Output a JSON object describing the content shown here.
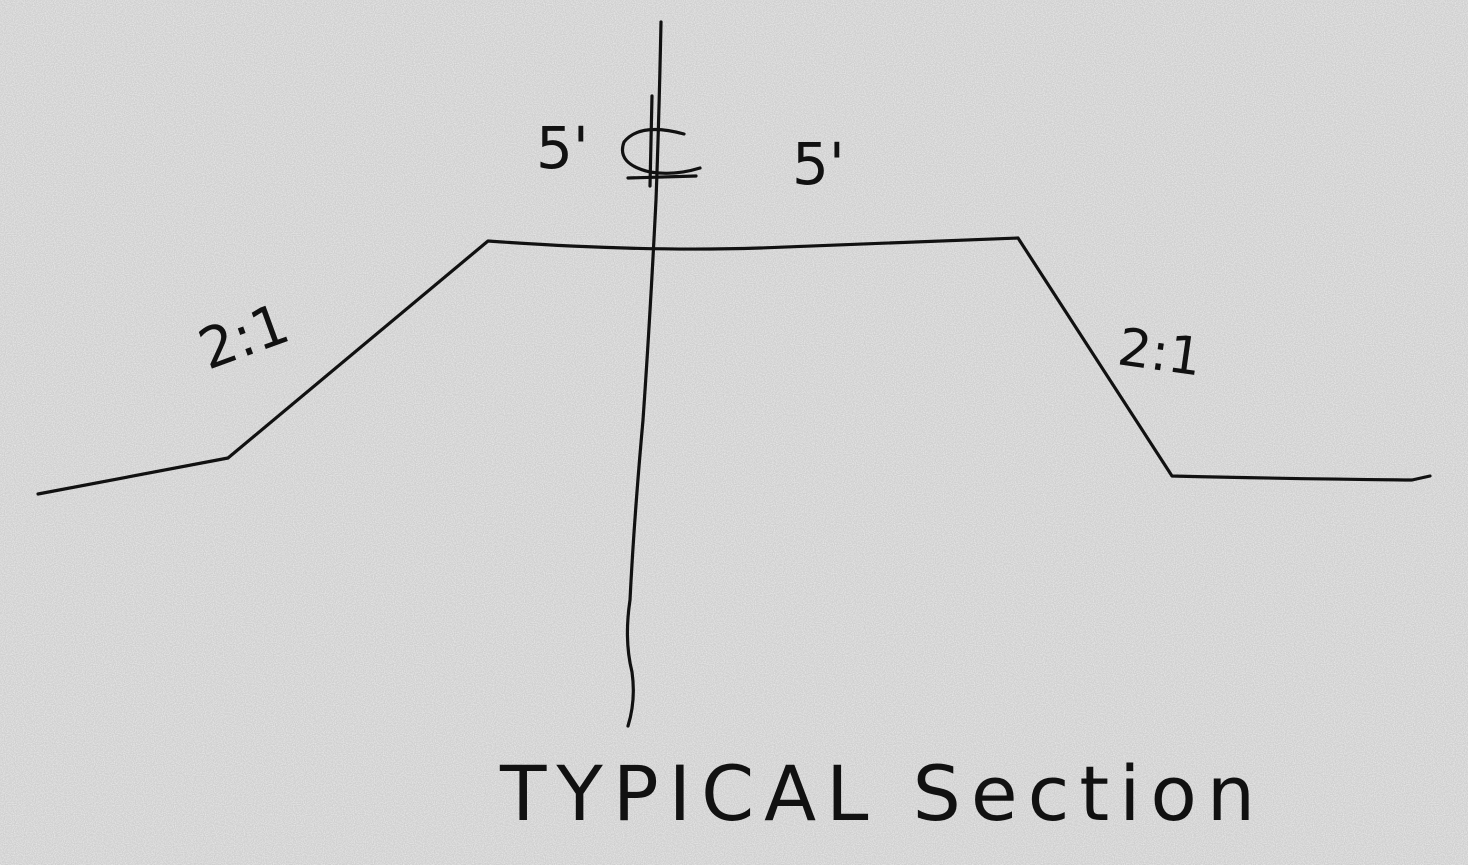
{
  "diagram": {
    "title": "TYPICAL Section",
    "dim_left": "5'",
    "dim_right": "5'",
    "slope_left": "2:1",
    "slope_right": "2:1",
    "centerline_symbol": "centerline-symbol"
  }
}
